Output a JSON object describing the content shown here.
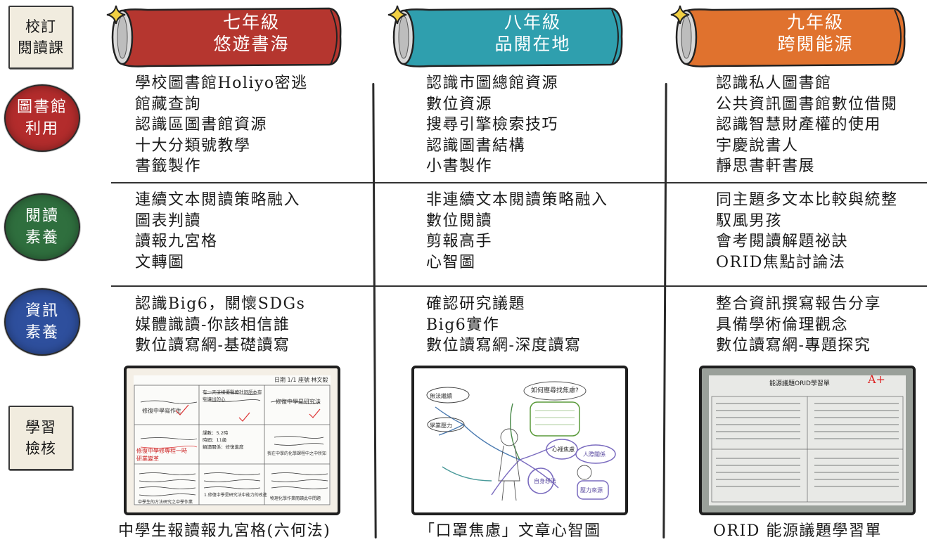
{
  "row_labels": {
    "course": [
      "校訂",
      "閱讀課"
    ],
    "library": [
      "圖書館",
      "利用"
    ],
    "literacy": [
      "閱讀",
      "素養"
    ],
    "info": [
      "資訊",
      "素養"
    ],
    "check": [
      "學習",
      "檢核"
    ]
  },
  "grades": [
    {
      "grade": "七年級",
      "theme": "悠遊書海",
      "color": "#b5362f",
      "library": [
        "學校圖書館Holiyo密逃",
        "館藏查詢",
        "認識區圖書館資源",
        "十大分類號教學",
        "書籤製作"
      ],
      "literacy": [
        "連續文本閱讀策略融入",
        "圖表判讀",
        "讀報九宮格",
        "文轉圖"
      ],
      "info": [
        "認識Big6，關懷SDGs",
        "媒體識讀-你該相信誰",
        "數位讀寫網-基礎讀寫"
      ],
      "caption": "中學生報讀報九宮格(六何法)",
      "photo": {
        "header_date": "日期  1/1  座號  林文毅",
        "cells": [
          "修復中學寫作生",
          "有一天這樣優醫療社詞語本有些讓出的心",
          "修復中學是研究法",
          "修復中學修專程一時\n研業變革",
          "課數：5.2時\n時間：11級\n類讀關係：修復進度",
          "我在中學的化學課程中之中所知",
          "1.修復中學是研究法中能力的改進",
          "中學生的方法研究之中學作業",
          "物理化學作業閱讀此中問題"
        ]
      }
    },
    {
      "grade": "八年級",
      "theme": "品閱在地",
      "color": "#2f9fae",
      "library": [
        "認識市圖總館資源",
        "數位資源",
        "搜尋引擎檢索技巧",
        "認識圖書結構",
        "小書製作"
      ],
      "literacy": [
        "非連續文本閱讀策略融入",
        "數位閱讀",
        "剪報高手",
        "心智圖"
      ],
      "info": [
        "確認研究議題",
        "Big6實作",
        "數位讀寫網-深度讀寫"
      ],
      "caption": "「口罩焦慮」文章心智圖",
      "photo": {
        "bubbles": [
          "如何應尋找焦慮?",
          "無法繼續",
          "學業壓力",
          "心裡焦慮",
          "自身想法",
          "人際關係",
          "壓力來源"
        ]
      }
    },
    {
      "grade": "九年級",
      "theme": "跨閱能源",
      "color": "#e0722e",
      "library": [
        "認識私人圖書館",
        "公共資訊圖書館數位借閱",
        "認識智慧財產權的使用",
        "宇慶說書人",
        "靜思書軒書展"
      ],
      "literacy": [
        "同主題多文本比較與統整",
        "馭風男孩",
        "會考閱讀解題祕訣",
        "ORID焦點討論法"
      ],
      "info": [
        "整合資訊撰寫報告分享",
        "具備學術倫理觀念",
        "數位讀寫網-專題探究"
      ],
      "caption": "ORID 能源議題學習單",
      "photo": {
        "title": "能源議題ORID學習單",
        "grade_mark": "A+"
      }
    }
  ]
}
